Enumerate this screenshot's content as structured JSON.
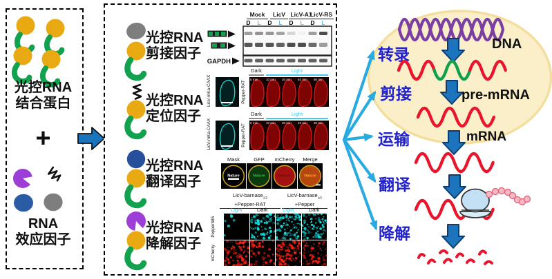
{
  "left_panel": {
    "binding_protein_label_line1": "光控RNA",
    "binding_protein_label_line2": "结合蛋白",
    "plus_sign": "+",
    "effector_label_line1": "RNA",
    "effector_label_line2": "效应因子"
  },
  "middle_panel": {
    "factors": [
      {
        "line1": "光控RNA",
        "line2": "剪接因子"
      },
      {
        "line1": "光控RNA",
        "line2": "定位因子"
      },
      {
        "line1": "光控RNA",
        "line2": "翻译因子"
      },
      {
        "line1": "光控RNA",
        "line2": "降解因子"
      }
    ],
    "splicing_assay": {
      "groups": [
        "Mock",
        "LicV",
        "LicV-A1",
        "LicV-RS"
      ],
      "lane_labels": [
        "D",
        "L"
      ],
      "gapdh": "GAPDH",
      "upper_band_intensity": [
        0.45,
        0.5,
        0.48,
        0.42,
        0.18,
        0.04,
        0.45,
        0.85
      ],
      "lower_band_intensity": [
        0.8,
        0.78,
        0.8,
        0.75,
        0.85,
        0.85,
        0.7,
        0.45
      ],
      "gapdh_band_intensity": [
        0.75,
        0.75,
        0.75,
        0.75,
        0.75,
        0.75,
        0.75,
        0.75
      ]
    },
    "localization_assay": {
      "rows": [
        {
          "construct": "LicV-mKa-CAAX",
          "probe": "Pepper-RAT",
          "dark": "Dark",
          "light": "Light",
          "timepoints": [
            "0 min",
            "10 min",
            "20 min",
            "40 min",
            "60 min"
          ]
        },
        {
          "construct": "LicV-mKa-CAAX",
          "probe": "Pepper-RAT",
          "dark": "Dark",
          "light": "Light",
          "timepoints": [
            "0 min",
            "10 min",
            "20 min",
            "40 min",
            "60 min"
          ]
        }
      ]
    },
    "translation_assay": {
      "channels": [
        "Mask",
        "GFP",
        "mCherry",
        "Merge"
      ],
      "mask_text": "Nature"
    },
    "degradation_assay": {
      "groups": [
        {
          "name": "LicV-barnase",
          "subscript": "1/2",
          "partner": "+Pepper-RAT"
        },
        {
          "name": "LicV-barnase",
          "subscript": "1/2",
          "partner": "+Pepper"
        }
      ],
      "conditions": [
        "Light",
        "Dark",
        "Light",
        "Dark"
      ],
      "row_labels": [
        "Pepper485",
        "mCherry"
      ],
      "speckle_density": [
        [
          0.06,
          0.8,
          0.85,
          0.8
        ],
        [
          0.9,
          0.55,
          0.85,
          0.6
        ]
      ]
    }
  },
  "right_panel": {
    "steps": [
      "转录",
      "剪接",
      "运输",
      "翻译",
      "降解"
    ],
    "molecules": {
      "dna": "DNA",
      "pre_mrna": "pre-mRNA",
      "mrna": "mRNA"
    }
  },
  "colors": {
    "photoreceptor_yellow": "#E9A912",
    "hook_green": "#12A14E",
    "effector_purple": "#9D3ED6",
    "effector_blue": "#2B5BA5",
    "effector_gray": "#7E7E7E",
    "step_label_blue": "#2222CC",
    "cyan_arrow": "#29ABE2",
    "down_arrow_blue": "#1C75BC",
    "nucleus_fill": "#FBEFC9",
    "dna_purple": "#7B3FA3",
    "rna_red": "#E8152D",
    "exon_green": "#0FA14E",
    "light_cyan": "#45C8F0"
  }
}
